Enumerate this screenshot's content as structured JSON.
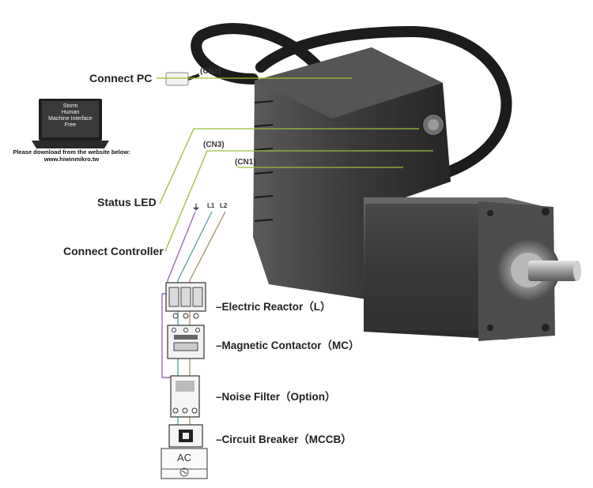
{
  "labels": {
    "connect_pc": "Connect  PC",
    "cn2": "(CN2)",
    "cn3": "(CN3)",
    "cn1": "(CN1)",
    "status_led": "Status LED",
    "connect_controller": "Connect Controller",
    "ground_symbol": "⏚",
    "l1": "L1",
    "l2": "L2",
    "electric_reactor": "–Electric Reactor（L）",
    "magnetic_contactor": "–Magnetic Contactor（MC）",
    "noise_filter": "–Noise Filter（Option）",
    "circuit_breaker": "–Circuit Breaker（MCCB）",
    "ac": "AC"
  },
  "laptop": {
    "screen_lines": [
      "Storm",
      "Human",
      "Machine Interface",
      "Free"
    ],
    "download_note": "Please download from the website below:",
    "website": "www.hiwinmikro.tw"
  },
  "colors": {
    "leader_line": "#9bbf3a",
    "wire_green": "#5aa89a",
    "wire_purple": "#9a6fb0",
    "wire_tan": "#b09a70",
    "motor_dark": "#2e2e2e",
    "motor_mid": "#474747"
  }
}
